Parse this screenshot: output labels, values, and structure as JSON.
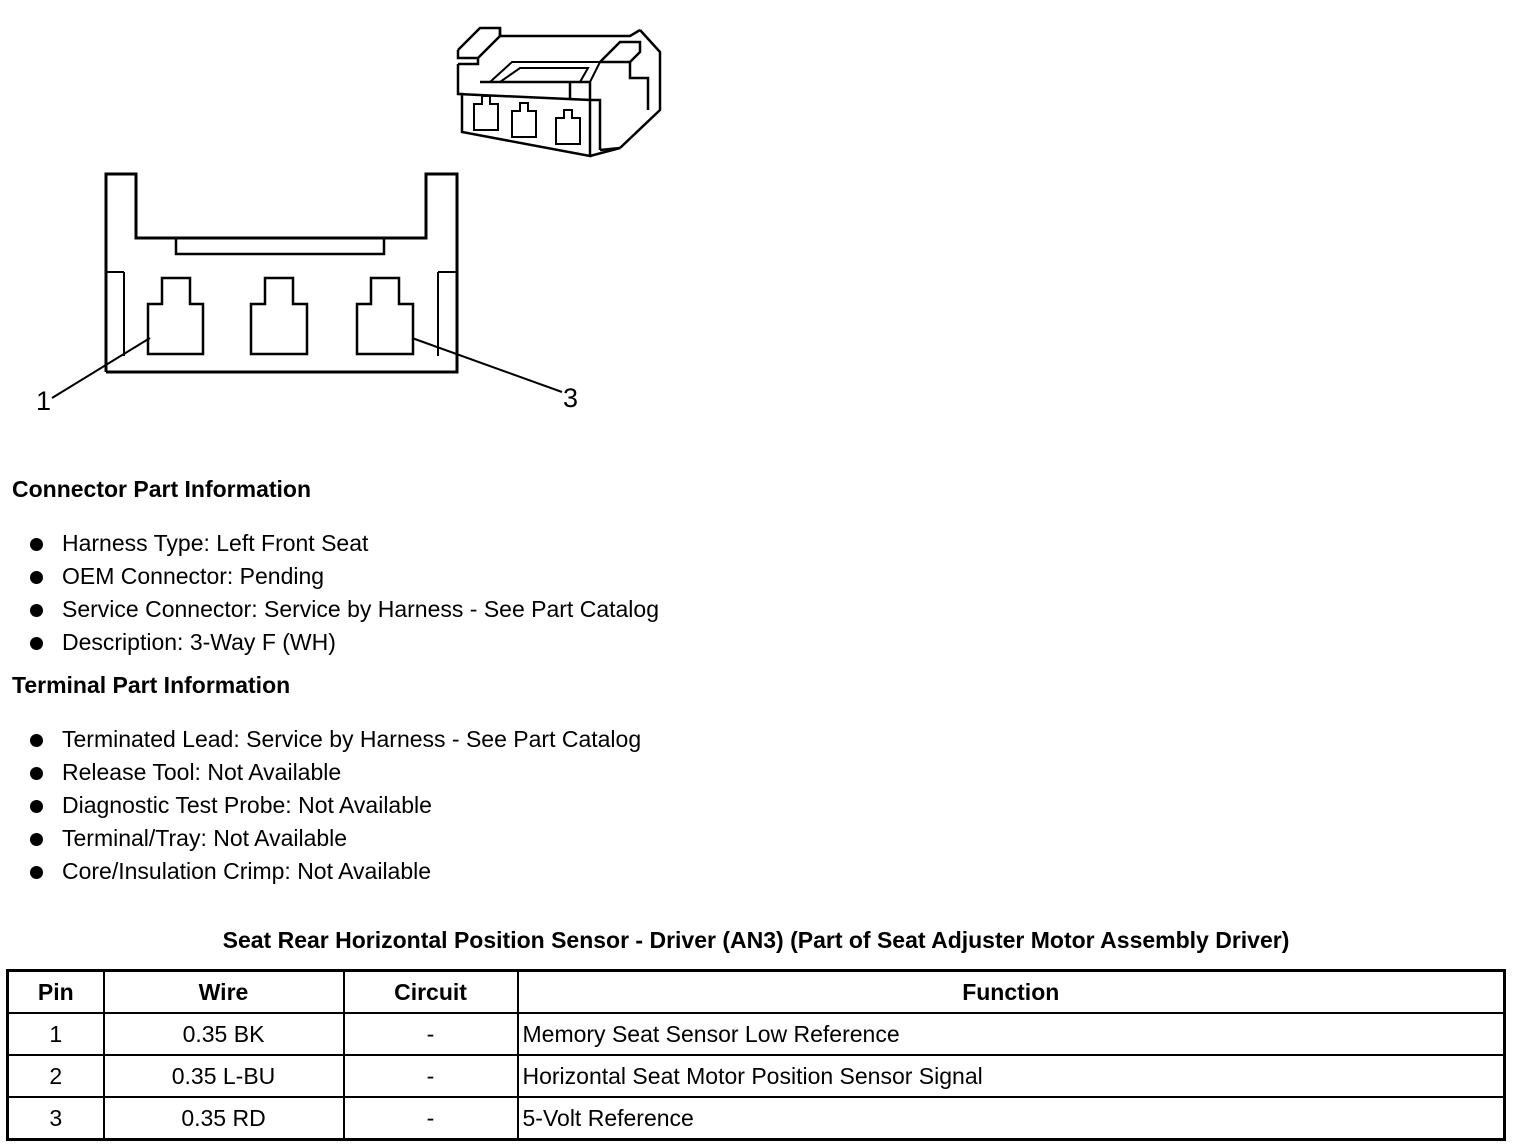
{
  "diagram": {
    "pin_labels": [
      "1",
      "3"
    ]
  },
  "connector_info": {
    "heading": "Connector Part Information",
    "items": [
      "Harness Type: Left Front Seat",
      "OEM Connector: Pending",
      "Service Connector: Service by Harness - See Part Catalog",
      "Description: 3-Way F (WH)"
    ]
  },
  "terminal_info": {
    "heading": "Terminal Part Information",
    "items": [
      "Terminated Lead: Service by Harness - See Part Catalog",
      "Release Tool: Not Available",
      "Diagnostic Test Probe: Not Available",
      "Terminal/Tray: Not Available",
      "Core/Insulation Crimp: Not Available"
    ]
  },
  "table": {
    "title": "Seat Rear Horizontal Position Sensor - Driver (AN3) (Part of Seat Adjuster Motor Assembly Driver)",
    "headers": [
      "Pin",
      "Wire",
      "Circuit",
      "Function"
    ],
    "rows": [
      [
        "1",
        "0.35 BK",
        "-",
        "Memory Seat Sensor Low Reference"
      ],
      [
        "2",
        "0.35 L-BU",
        "-",
        "Horizontal Seat Motor Position Sensor Signal"
      ],
      [
        "3",
        "0.35 RD",
        "-",
        "5-Volt Reference"
      ]
    ]
  }
}
